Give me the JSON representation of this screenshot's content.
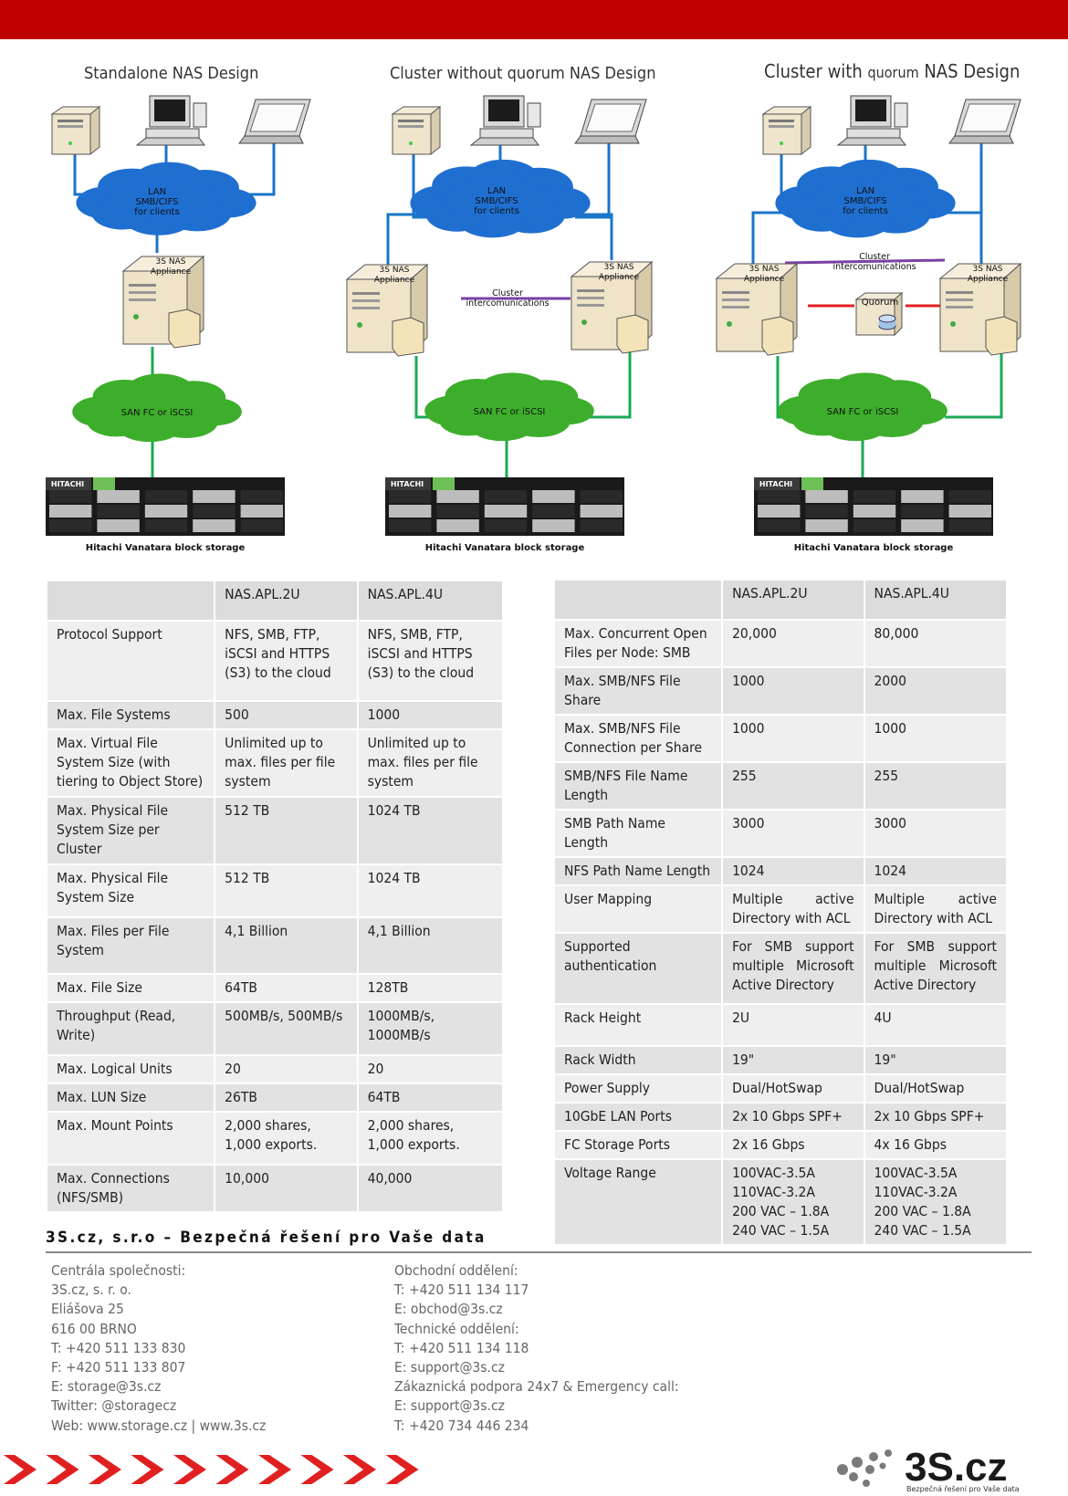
{
  "header": {
    "bar_color": "#c00000"
  },
  "diagrams": [
    {
      "title": "Standalone NAS Design",
      "lan_label": [
        "LAN",
        "SMB/CIFS",
        "for clients"
      ],
      "appliance_labels": [
        [
          "3S NAS",
          "Appliance"
        ]
      ],
      "san_label": "SAN FC or iSCSI",
      "storage_brand": "HITACHI",
      "storage_caption": "Hitachi Vanatara block storage"
    },
    {
      "title": "Cluster without quorum NAS Design",
      "lan_label": [
        "LAN",
        "SMB/CIFS",
        "for clients"
      ],
      "appliance_labels": [
        [
          "3S NAS",
          "Appliance"
        ],
        [
          "3S NAS",
          "Appliance"
        ]
      ],
      "interconnect_label": [
        "Cluster",
        "intercomunications"
      ],
      "san_label": "SAN FC or iSCSI",
      "storage_brand": "HITACHI",
      "storage_caption": "Hitachi Vanatara block storage"
    },
    {
      "title": "Cluster with quorum NAS Design",
      "lan_label": [
        "LAN",
        "SMB/CIFS",
        "for clients"
      ],
      "appliance_labels": [
        [
          "3S NAS",
          "Appliance"
        ],
        [
          "3S NAS",
          "Appliance"
        ]
      ],
      "interconnect_label": [
        "Cluster",
        "intercomunications"
      ],
      "quorum_label": "Quorum",
      "san_label": "SAN FC or iSCSI",
      "storage_brand": "HITACHI",
      "storage_caption": "Hitachi Vanatara block storage"
    }
  ],
  "colors": {
    "lan_cloud": "#1f6fd1",
    "san_cloud": "#3dae2b",
    "lan_link": "#1a75c9",
    "san_link": "#1aaa55",
    "cluster_link": "#7b3fa6",
    "quorum_link": "#e02020",
    "chevron": "#e02020"
  },
  "table_left": {
    "headers": [
      "",
      "NAS.APL.2U",
      "NAS.APL.4U"
    ],
    "rows": [
      [
        "Protocol Support",
        "NFS, SMB, FTP, iSCSI and HTTPS (S3) to the cloud",
        "NFS, SMB, FTP, iSCSI and HTTPS (S3) to the cloud"
      ],
      [
        "Max. File Systems",
        "500",
        "1000"
      ],
      [
        "Max. Virtual File System Size (with tiering to Object Store)",
        "Unlimited up to max. files per file system",
        "Unlimited up to max. files per file system"
      ],
      [
        "Max. Physical File System Size per Cluster",
        "512 TB",
        "1024 TB"
      ],
      [
        "Max. Physical File System Size",
        "512 TB",
        "1024 TB"
      ],
      [
        "Max. Files per File System",
        "4,1 Billion",
        "4,1 Billion"
      ],
      [
        "Max. File Size",
        "64TB",
        "128TB"
      ],
      [
        "Throughput (Read, Write)",
        "500MB/s, 500MB/s",
        "1000MB/s, 1000MB/s"
      ],
      [
        "Max. Logical Units",
        "20",
        "20"
      ],
      [
        "Max. LUN Size",
        "26TB",
        "64TB"
      ],
      [
        "Max. Mount Points",
        "2,000 shares, 1,000 exports.",
        "2,000 shares, 1,000 exports."
      ],
      [
        "Max. Connections (NFS/SMB)",
        "10,000",
        "40,000"
      ]
    ]
  },
  "table_right": {
    "headers": [
      "",
      "NAS.APL.2U",
      "NAS.APL.4U"
    ],
    "rows": [
      [
        "Max. Concurrent Open Files per Node: SMB",
        "20,000",
        "80,000"
      ],
      [
        "Max. SMB/NFS File Share",
        "1000",
        "2000"
      ],
      [
        "Max. SMB/NFS File Connection per Share",
        "1000",
        "1000"
      ],
      [
        "SMB/NFS File Name Length",
        "255",
        "255"
      ],
      [
        "SMB Path Name Length",
        "3000",
        "3000"
      ],
      [
        "NFS Path Name Length",
        "1024",
        "1024"
      ],
      [
        "User Mapping",
        "Multiple active Directory with ACL",
        "Multiple active Directory with ACL"
      ],
      [
        "Supported authentication",
        "For SMB support multiple Microsoft Active Directory",
        "For SMB support multiple Microsoft Active Directory"
      ],
      [
        "Rack Height",
        "2U",
        "4U"
      ],
      [
        "Rack Width",
        "19\"",
        "19\""
      ],
      [
        "Power Supply",
        "Dual/HotSwap",
        "Dual/HotSwap"
      ],
      [
        "10GbE LAN Ports",
        "2x 10 Gbps SPF+",
        "2x 10 Gbps SPF+"
      ],
      [
        "FC Storage Ports",
        "2x 16 Gbps",
        "4x 16 Gbps"
      ],
      [
        "Voltage Range",
        "100VAC-3.5A\n110VAC-3.2A\n200 VAC – 1.8A\n240 VAC – 1.5A",
        "100VAC-3.5A\n110VAC-3.2A\n200 VAC – 1.8A\n240 VAC – 1.5A"
      ]
    ]
  },
  "footer": {
    "company": "3S.cz, s.r.o – Bezpečná řešení pro Vaše data",
    "left_lines": [
      "Centrála společnosti:",
      "3S.cz, s. r. o.",
      "Eliášova 25",
      "616 00 BRNO",
      "T: +420 511 133 830",
      "F: +420 511 133 807",
      "E: storage@3s.cz",
      "Twitter: @storagecz",
      "Web: www.storage.cz | www.3s.cz"
    ],
    "right_lines": [
      "Obchodní oddělení:",
      "T: +420 511 134 117",
      "E: obchod@3s.cz",
      "Technické oddělení:",
      "T: +420 511 134 118",
      "E: support@3s.cz",
      "Zákaznická podpora 24x7 & Emergency call:",
      "E: support@3s.cz",
      "T: +420 734 446 234"
    ],
    "logo_text": "3S.cz",
    "logo_tagline": "Bezpečná řešení pro Vaše data"
  }
}
